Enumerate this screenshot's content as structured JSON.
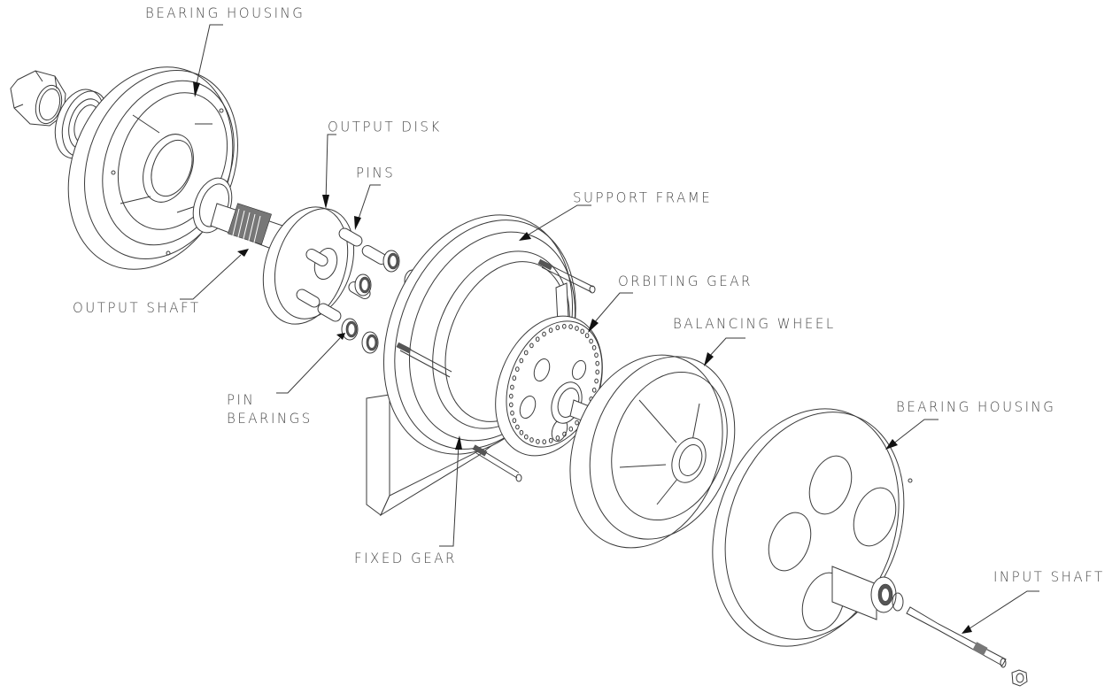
{
  "title": "Cycloidal gear reducer - exploded assembly",
  "labels": {
    "bearing_housing_top": "BEARING HOUSING",
    "output_disk": "OUTPUT DISK",
    "pins": "PINS",
    "support_frame": "SUPPORT FRAME",
    "orbiting_gear": "ORBITING GEAR",
    "balancing_wheel": "BALANCING WHEEL",
    "bearing_housing_right": "BEARING HOUSING",
    "output_shaft": "OUTPUT SHAFT",
    "pin_bearings_line1": "PIN",
    "pin_bearings_line2": "BEARINGS",
    "fixed_gear": "FIXED GEAR",
    "input_shaft": "INPUT SHAFT"
  },
  "colors": {
    "background": "#ffffff",
    "line": "#3a3a3a",
    "label_text": "#4a4a4a",
    "arrowhead": "#111111"
  }
}
